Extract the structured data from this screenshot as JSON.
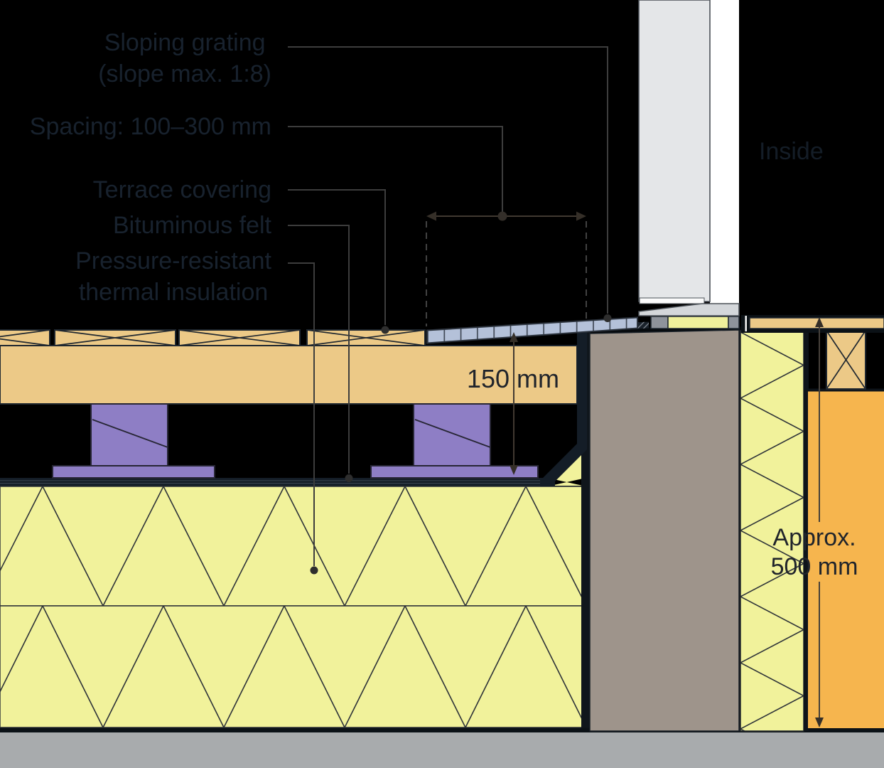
{
  "diagram": {
    "labels": {
      "sloping_grating": {
        "line1": "Sloping grating",
        "line2": "(slope max. 1:8)"
      },
      "spacing": "Spacing: 100–300 mm",
      "terrace_covering": "Terrace covering",
      "bituminous_felt": "Bituminous felt",
      "pressure_resistant": {
        "line1": "Pressure-resistant",
        "line2": "thermal insulation"
      },
      "inside": "Inside"
    },
    "dimensions": {
      "grating_height": "150 mm",
      "wall_height": {
        "line1": "Approx.",
        "line2": "500 mm"
      }
    },
    "colors": {
      "background": "#000000",
      "timber": "#ecc987",
      "insulation_yellow": "#f1f29b",
      "pedestal_purple": "#8e7ec5",
      "grating_blue": "#b4c1d9",
      "wall_taupe": "#9e948b",
      "panel_orange": "#f6b54e",
      "slab_gray": "#a8abad",
      "felt_dark": "#141d27",
      "door_gray": "#e4e6e8",
      "sill_gray": "#d4d7da",
      "label_text": "#18222e",
      "line_gray": "#3d3d3d"
    }
  }
}
